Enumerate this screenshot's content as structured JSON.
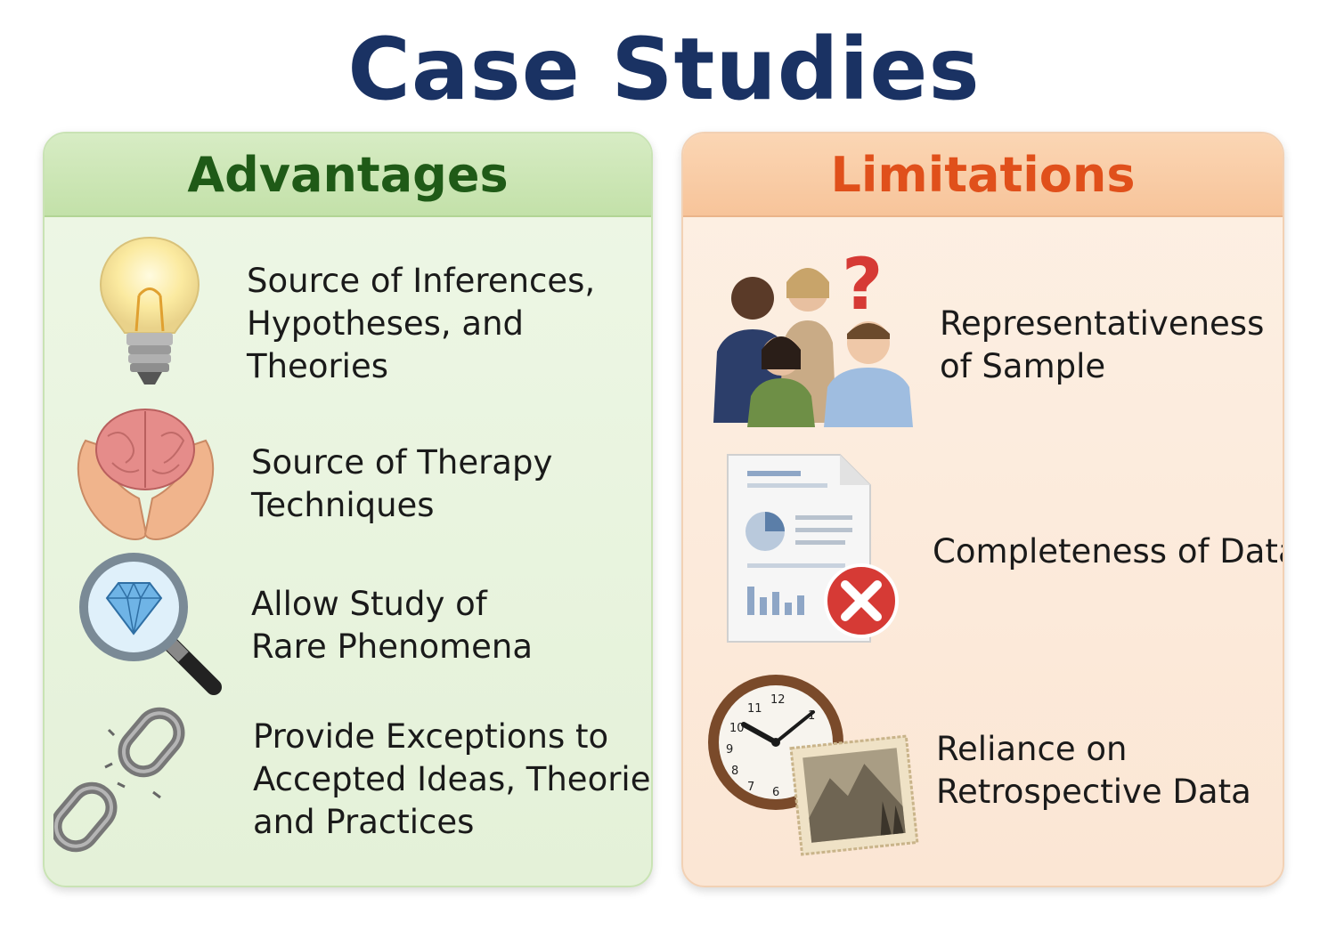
{
  "title": "Case Studies",
  "advantages": {
    "heading": "Advantages",
    "items": [
      {
        "text": "Source of Inferences,\nHypotheses, and\nTheories",
        "icon": "lightbulb-icon"
      },
      {
        "text": "Source of Therapy\nTechniques",
        "icon": "brain-in-hands-icon"
      },
      {
        "text": "Allow Study of\nRare Phenomena",
        "icon": "magnifier-diamond-icon"
      },
      {
        "text": "Provide Exceptions to\nAccepted Ideas, Theories,\nand Practices",
        "icon": "broken-chain-icon"
      }
    ]
  },
  "limitations": {
    "heading": "Limitations",
    "items": [
      {
        "text": "Representativeness\nof Sample",
        "icon": "people-question-icon"
      },
      {
        "text": "Completeness of Data",
        "icon": "document-error-icon"
      },
      {
        "text": "Reliance on\nRetrospective Data",
        "icon": "clock-photo-icon"
      }
    ]
  },
  "colors": {
    "title": "#1a3263",
    "advantages_heading": "#1f5a17",
    "limitations_heading": "#e0501b",
    "error_badge": "#d63a35"
  }
}
